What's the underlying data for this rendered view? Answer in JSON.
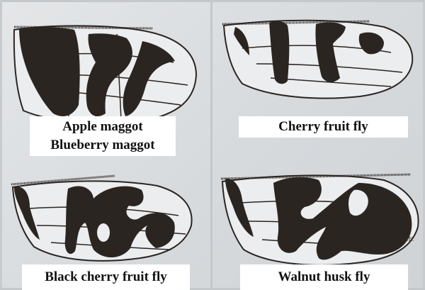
{
  "panels": [
    {
      "lines": [
        "Apple maggot",
        "Blueberry maggot"
      ]
    },
    {
      "lines": [
        "Cherry fruit fly"
      ]
    },
    {
      "lines": [
        "Black cherry fruit fly"
      ]
    },
    {
      "lines": [
        "Walnut husk fly"
      ]
    }
  ],
  "signature": "A.T.E.",
  "colors": {
    "ink": "#2b2522",
    "background": "#d9dde0",
    "label_bg": "#ffffff"
  }
}
